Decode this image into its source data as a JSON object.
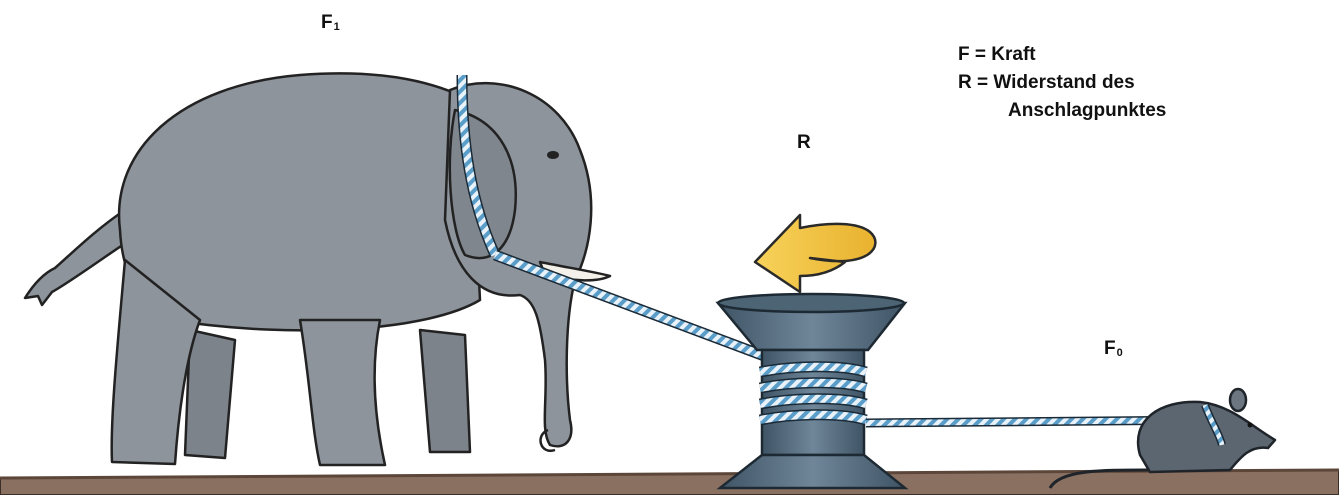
{
  "labels": {
    "f1": {
      "symbol": "F",
      "sub": "1"
    },
    "f0": {
      "symbol": "F",
      "sub": "0"
    },
    "r": "R"
  },
  "legend": {
    "items": [
      {
        "text": "F = Kraft"
      },
      {
        "text": "R = Widerstand des"
      },
      {
        "text": "Anschlagpunktes"
      }
    ]
  },
  "colors": {
    "elephant": "#8e949c",
    "ground": "#8a7060",
    "winch": "#546b7d",
    "rope": "#6aa7cf",
    "arrow": "#f4c542",
    "mouse": "#5c6670"
  }
}
